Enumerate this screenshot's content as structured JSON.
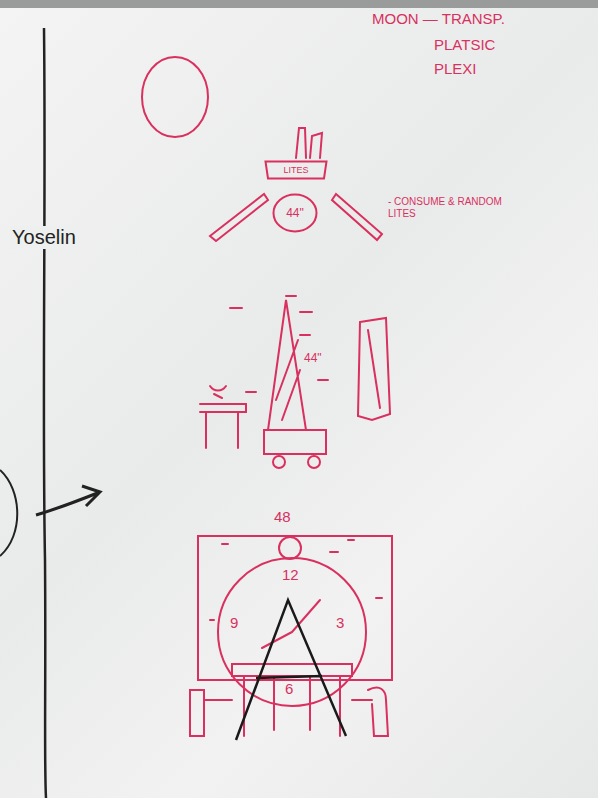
{
  "diagram": {
    "nodes": [
      {
        "text": [
          "LITES"
        ]
      },
      {
        "text": [
          "44\""
        ]
      }
    ],
    "labels": [
      "Yoselin",
      "MOON — TRANSP.",
      "PLATSIC",
      "PLEXI",
      "- CONSUME & RANDOM LITES",
      "44\"",
      "48",
      "12",
      "9",
      "3",
      "6"
    ]
  }
}
